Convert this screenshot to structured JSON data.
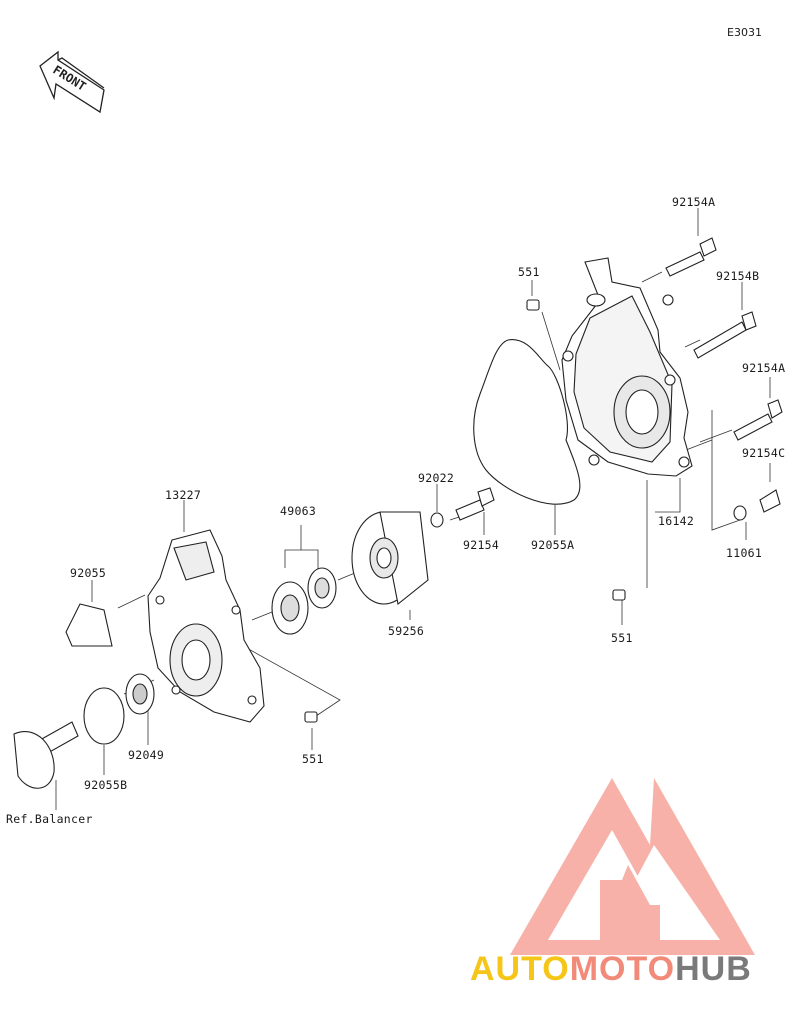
{
  "diagram_code": "E3031",
  "front_text": "FRONT",
  "reference": "Ref.Balancer",
  "parts": [
    {
      "id": "p-92154A-top",
      "number": "92154A"
    },
    {
      "id": "p-551-top",
      "number": "551"
    },
    {
      "id": "p-92154B",
      "number": "92154B"
    },
    {
      "id": "p-92154A-mid",
      "number": "92154A"
    },
    {
      "id": "p-92154C",
      "number": "92154C"
    },
    {
      "id": "p-92022",
      "number": "92022"
    },
    {
      "id": "p-13227",
      "number": "13227"
    },
    {
      "id": "p-49063",
      "number": "49063"
    },
    {
      "id": "p-92154",
      "number": "92154"
    },
    {
      "id": "p-92055A",
      "number": "92055A"
    },
    {
      "id": "p-16142",
      "number": "16142"
    },
    {
      "id": "p-11061",
      "number": "11061"
    },
    {
      "id": "p-92055",
      "number": "92055"
    },
    {
      "id": "p-59256",
      "number": "59256"
    },
    {
      "id": "p-551-right",
      "number": "551"
    },
    {
      "id": "p-92049",
      "number": "92049"
    },
    {
      "id": "p-551-bottom",
      "number": "551"
    },
    {
      "id": "p-92055B",
      "number": "92055B"
    }
  ],
  "watermark": {
    "word1": "AUTO",
    "word2": "MOTO",
    "word3": "HUB",
    "color1": "#f5c518",
    "color2": "#f28a7a",
    "color3": "#7a7a7a",
    "logo_color": "#f6a49a"
  }
}
